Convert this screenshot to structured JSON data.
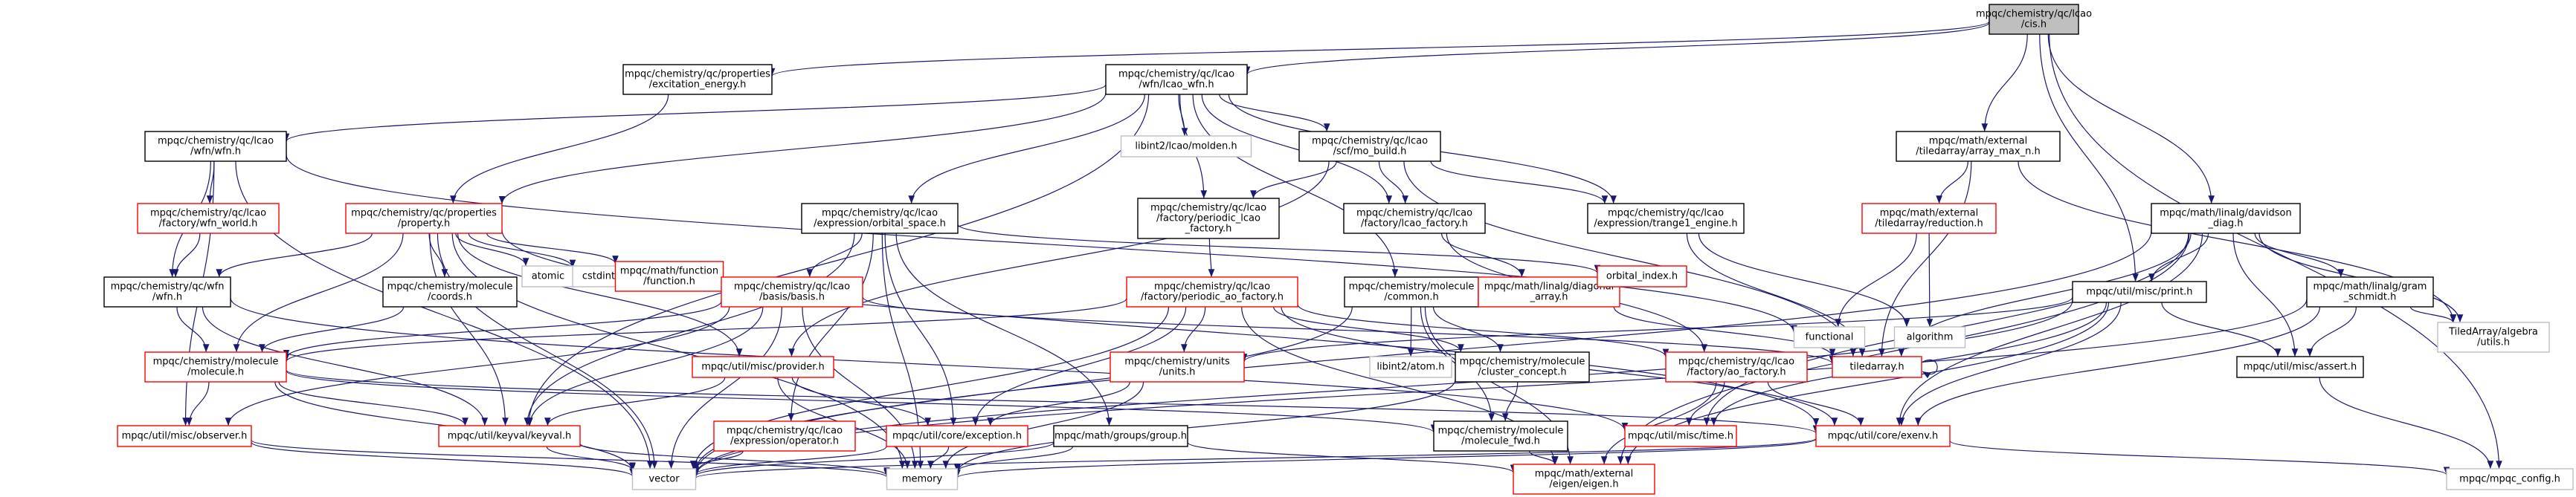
{
  "colors": {
    "edge": "#191970",
    "normal_border": "#000000",
    "missing_border": "#ff0000",
    "external_border": "#bfbfbf",
    "root_fill": "#bfbfbf"
  },
  "nodes": [
    {
      "id": "cis",
      "lines": [
        "mpqc/chemistry/qc/lcao",
        "/cis.h"
      ],
      "style": "root"
    },
    {
      "id": "exc",
      "lines": [
        "mpqc/chemistry/qc/properties",
        "/excitation_energy.h"
      ],
      "style": "normal"
    },
    {
      "id": "lcaowfn",
      "lines": [
        "mpqc/chemistry/qc/lcao",
        "/wfn/lcao_wfn.h"
      ],
      "style": "normal"
    },
    {
      "id": "arraymax",
      "lines": [
        "mpqc/math/external",
        "/tiledarray/array_max_n.h"
      ],
      "style": "normal"
    },
    {
      "id": "davidson",
      "lines": [
        "mpqc/math/linalg/davidson",
        "_diag.h"
      ],
      "style": "normal"
    },
    {
      "id": "mpqcconfig",
      "lines": [
        "mpqc/mpqc_config.h"
      ],
      "style": "grey"
    },
    {
      "id": "lcaowfnh",
      "lines": [
        "mpqc/chemistry/qc/lcao",
        "/wfn/wfn.h"
      ],
      "style": "normal"
    },
    {
      "id": "molden",
      "lines": [
        "libint2/lcao/molden.h"
      ],
      "style": "grey"
    },
    {
      "id": "mobuild",
      "lines": [
        "mpqc/chemistry/qc/lcao",
        "/scf/mo_build.h"
      ],
      "style": "normal"
    },
    {
      "id": "property",
      "lines": [
        "mpqc/chemistry/qc/properties",
        "/property.h"
      ],
      "style": "red"
    },
    {
      "id": "wfnworld",
      "lines": [
        "mpqc/chemistry/qc/lcao",
        "/factory/wfn_world.h"
      ],
      "style": "red"
    },
    {
      "id": "orbspace",
      "lines": [
        "mpqc/chemistry/qc/lcao",
        "/expression/orbital_space.h"
      ],
      "style": "normal"
    },
    {
      "id": "pfactory",
      "lines": [
        "mpqc/chemistry/qc/lcao",
        "/factory/periodic_lcao",
        "_factory.h"
      ],
      "style": "normal"
    },
    {
      "id": "lcaofactory",
      "lines": [
        "mpqc/chemistry/qc/lcao",
        "/factory/lcao_factory.h"
      ],
      "style": "normal"
    },
    {
      "id": "trange1",
      "lines": [
        "mpqc/chemistry/qc/lcao",
        "/expression/trange1_engine.h"
      ],
      "style": "normal"
    },
    {
      "id": "reduction",
      "lines": [
        "mpqc/math/external",
        "/tiledarray/reduction.h"
      ],
      "style": "red"
    },
    {
      "id": "gram",
      "lines": [
        "mpqc/math/linalg/gram",
        "_schmidt.h"
      ],
      "style": "normal"
    },
    {
      "id": "tautils",
      "lines": [
        "TiledArray/algebra",
        "/utils.h"
      ],
      "style": "grey"
    },
    {
      "id": "qcwfn",
      "lines": [
        "mpqc/chemistry/qc/wfn",
        "/wfn.h"
      ],
      "style": "normal"
    },
    {
      "id": "atomic",
      "lines": [
        "atomic"
      ],
      "style": "grey"
    },
    {
      "id": "cstdint",
      "lines": [
        "cstdint"
      ],
      "style": "grey"
    },
    {
      "id": "function",
      "lines": [
        "mpqc/math/function",
        "/function.h"
      ],
      "style": "red"
    },
    {
      "id": "coords",
      "lines": [
        "mpqc/chemistry/molecule",
        "/coords.h"
      ],
      "style": "normal"
    },
    {
      "id": "basis",
      "lines": [
        "mpqc/chemistry/qc/lcao",
        "/basis/basis.h"
      ],
      "style": "red"
    },
    {
      "id": "paofactory",
      "lines": [
        "mpqc/chemistry/qc/lcao",
        "/factory/periodic_ao_factory.h"
      ],
      "style": "red"
    },
    {
      "id": "common",
      "lines": [
        "mpqc/chemistry/molecule",
        "/common.h"
      ],
      "style": "normal"
    },
    {
      "id": "diagarray",
      "lines": [
        "mpqc/math/linalg/diagonal",
        "_array.h"
      ],
      "style": "red"
    },
    {
      "id": "orbindex",
      "lines": [
        "orbital_index.h"
      ],
      "style": "red"
    },
    {
      "id": "functional",
      "lines": [
        "functional"
      ],
      "style": "grey"
    },
    {
      "id": "algorithm",
      "lines": [
        "algorithm"
      ],
      "style": "grey"
    },
    {
      "id": "print",
      "lines": [
        "mpqc/util/misc/print.h"
      ],
      "style": "normal"
    },
    {
      "id": "molecule",
      "lines": [
        "mpqc/chemistry/molecule",
        "/molecule.h"
      ],
      "style": "red"
    },
    {
      "id": "provider",
      "lines": [
        "mpqc/util/misc/provider.h"
      ],
      "style": "red"
    },
    {
      "id": "units",
      "lines": [
        "mpqc/chemistry/units",
        "/units.h"
      ],
      "style": "red"
    },
    {
      "id": "atomh",
      "lines": [
        "libint2/atom.h"
      ],
      "style": "grey"
    },
    {
      "id": "cluster",
      "lines": [
        "mpqc/chemistry/molecule",
        "/cluster_concept.h"
      ],
      "style": "normal"
    },
    {
      "id": "aofactory",
      "lines": [
        "mpqc/chemistry/qc/lcao",
        "/factory/ao_factory.h"
      ],
      "style": "red"
    },
    {
      "id": "tiledarray",
      "lines": [
        "tiledarray.h"
      ],
      "style": "red"
    },
    {
      "id": "assert",
      "lines": [
        "mpqc/util/misc/assert.h"
      ],
      "style": "normal"
    },
    {
      "id": "observer",
      "lines": [
        "mpqc/util/misc/observer.h"
      ],
      "style": "red"
    },
    {
      "id": "keyval",
      "lines": [
        "mpqc/util/keyval/keyval.h"
      ],
      "style": "red"
    },
    {
      "id": "operator",
      "lines": [
        "mpqc/chemistry/qc/lcao",
        "/expression/operator.h"
      ],
      "style": "red"
    },
    {
      "id": "exception",
      "lines": [
        "mpqc/util/core/exception.h"
      ],
      "style": "red"
    },
    {
      "id": "group",
      "lines": [
        "mpqc/math/groups/group.h"
      ],
      "style": "normal"
    },
    {
      "id": "molfwd",
      "lines": [
        "mpqc/chemistry/molecule",
        "/molecule_fwd.h"
      ],
      "style": "normal"
    },
    {
      "id": "time",
      "lines": [
        "mpqc/util/misc/time.h"
      ],
      "style": "red"
    },
    {
      "id": "exenv",
      "lines": [
        "mpqc/util/core/exenv.h"
      ],
      "style": "red"
    },
    {
      "id": "vector",
      "lines": [
        "vector"
      ],
      "style": "grey"
    },
    {
      "id": "memory",
      "lines": [
        "memory"
      ],
      "style": "grey"
    },
    {
      "id": "eigen",
      "lines": [
        "mpqc/math/external",
        "/eigen/eigen.h"
      ],
      "style": "red"
    }
  ],
  "edges": [
    [
      "cis",
      "exc"
    ],
    [
      "cis",
      "lcaowfn"
    ],
    [
      "cis",
      "arraymax"
    ],
    [
      "cis",
      "davidson"
    ],
    [
      "cis",
      "print"
    ],
    [
      "cis",
      "mpqcconfig"
    ],
    [
      "exc",
      "property"
    ],
    [
      "lcaowfn",
      "lcaowfnh"
    ],
    [
      "lcaowfn",
      "molden"
    ],
    [
      "lcaowfn",
      "mobuild"
    ],
    [
      "lcaowfn",
      "property"
    ],
    [
      "lcaowfn",
      "orbspace"
    ],
    [
      "lcaowfn",
      "pfactory"
    ],
    [
      "lcaowfn",
      "lcaofactory"
    ],
    [
      "lcaowfn",
      "trange1"
    ],
    [
      "lcaowfn",
      "common"
    ],
    [
      "lcaowfn",
      "keyval"
    ],
    [
      "lcaowfnh",
      "wfnworld"
    ],
    [
      "lcaowfnh",
      "qcwfn"
    ],
    [
      "lcaowfnh",
      "observer"
    ],
    [
      "lcaowfnh",
      "vector"
    ],
    [
      "lcaowfnh",
      "functional"
    ],
    [
      "wfnworld",
      "qcwfn"
    ],
    [
      "mobuild",
      "lcaofactory"
    ],
    [
      "mobuild",
      "pfactory"
    ],
    [
      "mobuild",
      "trange1"
    ],
    [
      "mobuild",
      "provider"
    ],
    [
      "mobuild",
      "tiledarray"
    ],
    [
      "property",
      "qcwfn"
    ],
    [
      "property",
      "atomic"
    ],
    [
      "property",
      "cstdint"
    ],
    [
      "property",
      "function"
    ],
    [
      "property",
      "coords"
    ],
    [
      "property",
      "molecule"
    ],
    [
      "property",
      "provider"
    ],
    [
      "property",
      "keyval"
    ],
    [
      "property",
      "vector"
    ],
    [
      "property",
      "memory"
    ],
    [
      "property",
      "exenv"
    ],
    [
      "qcwfn",
      "molecule"
    ],
    [
      "qcwfn",
      "keyval"
    ],
    [
      "qcwfn",
      "time"
    ],
    [
      "coords",
      "molecule"
    ],
    [
      "orbspace",
      "basis"
    ],
    [
      "orbspace",
      "orbindex"
    ],
    [
      "orbspace",
      "keyval"
    ],
    [
      "orbspace",
      "exception"
    ],
    [
      "orbspace",
      "group"
    ],
    [
      "orbspace",
      "operator"
    ],
    [
      "orbspace",
      "memory"
    ],
    [
      "basis",
      "molecule"
    ],
    [
      "basis",
      "observer"
    ],
    [
      "basis",
      "keyval"
    ],
    [
      "basis",
      "vector"
    ],
    [
      "basis",
      "memory"
    ],
    [
      "basis",
      "tiledarray"
    ],
    [
      "pfactory",
      "paofactory"
    ],
    [
      "paofactory",
      "units"
    ],
    [
      "paofactory",
      "aofactory"
    ],
    [
      "paofactory",
      "molecule"
    ],
    [
      "paofactory",
      "cluster"
    ],
    [
      "paofactory",
      "exception"
    ],
    [
      "paofactory",
      "vector"
    ],
    [
      "paofactory",
      "eigen"
    ],
    [
      "paofactory",
      "exenv"
    ],
    [
      "lcaofactory",
      "diagarray"
    ],
    [
      "lcaofactory",
      "aofactory"
    ],
    [
      "diagarray",
      "tiledarray"
    ],
    [
      "trange1",
      "tiledarray"
    ],
    [
      "trange1",
      "algorithm"
    ],
    [
      "common",
      "atomh"
    ],
    [
      "common",
      "cluster"
    ],
    [
      "common",
      "molfwd"
    ],
    [
      "common",
      "vector"
    ],
    [
      "common",
      "eigen"
    ],
    [
      "cluster",
      "molfwd"
    ],
    [
      "cluster",
      "memory"
    ],
    [
      "molecule",
      "observer"
    ],
    [
      "molecule",
      "keyval"
    ],
    [
      "molecule",
      "vector"
    ],
    [
      "molecule",
      "molfwd"
    ],
    [
      "molecule",
      "exenv"
    ],
    [
      "provider",
      "exception"
    ],
    [
      "provider",
      "keyval"
    ],
    [
      "provider",
      "memory"
    ],
    [
      "units",
      "exception"
    ],
    [
      "units",
      "memory"
    ],
    [
      "aofactory",
      "time"
    ],
    [
      "aofactory",
      "exenv"
    ],
    [
      "aofactory",
      "eigen"
    ],
    [
      "tiledarray",
      "tiledarray"
    ],
    [
      "arraymax",
      "reduction"
    ],
    [
      "arraymax",
      "tiledarray"
    ],
    [
      "arraymax",
      "tautils"
    ],
    [
      "reduction",
      "functional"
    ],
    [
      "reduction",
      "algorithm"
    ],
    [
      "davidson",
      "print"
    ],
    [
      "davidson",
      "gram"
    ],
    [
      "davidson",
      "assert"
    ],
    [
      "davidson",
      "tautils"
    ],
    [
      "davidson",
      "tiledarray"
    ],
    [
      "davidson",
      "exenv"
    ],
    [
      "davidson",
      "eigen"
    ],
    [
      "davidson",
      "vector"
    ],
    [
      "davidson",
      "time"
    ],
    [
      "gram",
      "tautils"
    ],
    [
      "gram",
      "exenv"
    ],
    [
      "gram",
      "assert"
    ],
    [
      "gram",
      "vector"
    ],
    [
      "print",
      "units"
    ],
    [
      "print",
      "exenv"
    ],
    [
      "print",
      "time"
    ],
    [
      "print",
      "assert"
    ],
    [
      "print",
      "vector"
    ],
    [
      "print",
      "eigen"
    ],
    [
      "assert",
      "mpqcconfig"
    ],
    [
      "exenv",
      "mpqcconfig"
    ],
    [
      "exenv",
      "memory"
    ],
    [
      "exenv",
      "vector"
    ],
    [
      "observer",
      "vector"
    ],
    [
      "observer",
      "memory"
    ],
    [
      "keyval",
      "vector"
    ],
    [
      "keyval",
      "memory"
    ],
    [
      "operator",
      "vector"
    ],
    [
      "exception",
      "vector"
    ],
    [
      "exception",
      "memory"
    ],
    [
      "group",
      "vector"
    ],
    [
      "group",
      "memory"
    ],
    [
      "group",
      "eigen"
    ],
    [
      "molfwd",
      "eigen"
    ]
  ]
}
